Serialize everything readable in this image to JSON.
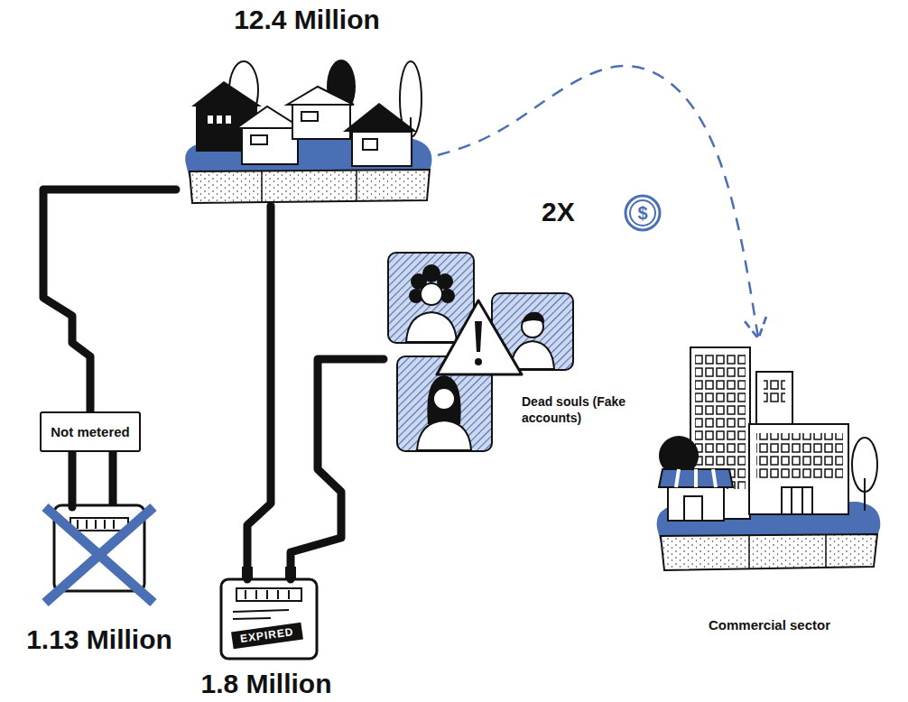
{
  "diagram": {
    "nodes": [
      {
        "text": [
          "12.4 Million"
        ]
      },
      {
        "text": [
          "Not metered"
        ]
      },
      {
        "text": [
          "1.13 Million"
        ]
      },
      {
        "text": [
          "EXPIRED",
          "1.8 Million"
        ]
      },
      {
        "text": [
          "Dead souls (Fake accounts)"
        ]
      },
      {
        "text": [
          "Commercial sector"
        ]
      }
    ],
    "edges": [
      {
        "from": 0,
        "to": 1,
        "arrow": "none"
      },
      {
        "from": 1,
        "to": 2,
        "arrow": "none"
      },
      {
        "from": 0,
        "to": 3,
        "arrow": "none"
      },
      {
        "from": 4,
        "to": 3,
        "arrow": "none"
      },
      {
        "from": 0,
        "to": 5,
        "label": "2X",
        "arrow": "to"
      }
    ],
    "labels": [
      "$"
    ]
  }
}
